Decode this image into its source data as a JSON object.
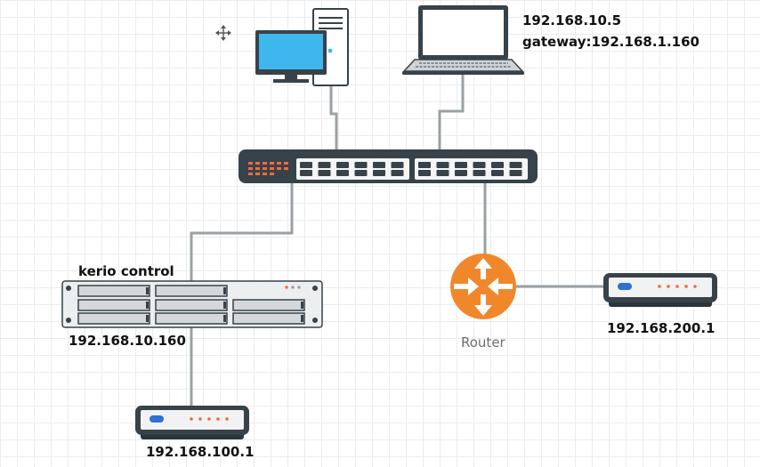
{
  "labels": {
    "laptop_ip": "192.168.10.5",
    "laptop_gateway": "gateway:192.168.1.160",
    "firewall_name": "kerio control",
    "firewall_ip": "192.168.10.160",
    "modem_left_ip": "192.168.100.1",
    "modem_right_ip": "192.168.200.1",
    "router_name": "Router"
  },
  "icons": {
    "move": "move-cursor-icon",
    "desktop": "desktop-computer-icon",
    "laptop": "laptop-icon",
    "switch": "network-switch-icon",
    "firewall": "rack-server-icon",
    "router": "router-icon",
    "modem": "modem-icon"
  },
  "colors": {
    "device_dark": "#37424a",
    "router_orange": "#f0882b",
    "screen_blue": "#3fb6ed",
    "cable": "#9aa0a4",
    "switch_leds": "#f26a3a"
  }
}
